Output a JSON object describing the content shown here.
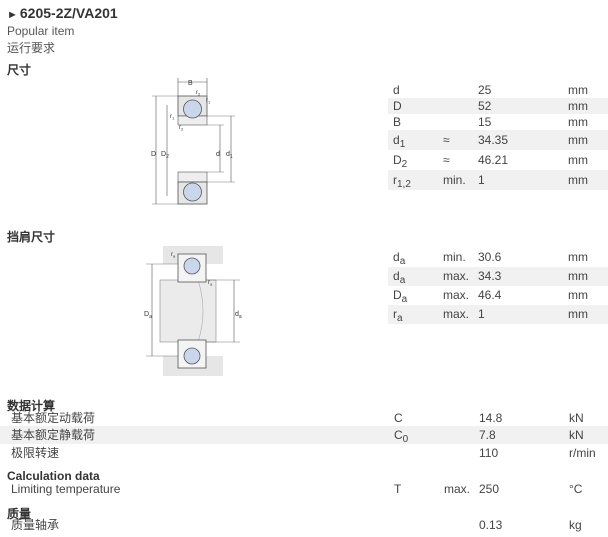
{
  "header": {
    "title": "6205-2Z/VA201",
    "popular": "Popular item",
    "requirement": "运行要求"
  },
  "dimensions": {
    "heading": "尺寸",
    "drawing_labels": {
      "B": "B",
      "r2": "r",
      "r2s": "2",
      "r1": "r",
      "r1s": "1",
      "d": "d",
      "D": "D",
      "D2": "D",
      "D2s": "2",
      "d1": "d",
      "d1s": "1"
    },
    "rows": [
      {
        "sym": "d",
        "sub": "",
        "qual": "",
        "val": "25",
        "unit": "mm"
      },
      {
        "sym": "D",
        "sub": "",
        "qual": "",
        "val": "52",
        "unit": "mm"
      },
      {
        "sym": "B",
        "sub": "",
        "qual": "",
        "val": "15",
        "unit": "mm"
      },
      {
        "sym": "d",
        "sub": "1",
        "qual": "≈",
        "val": "34.35",
        "unit": "mm"
      },
      {
        "sym": "D",
        "sub": "2",
        "qual": "≈",
        "val": "46.21",
        "unit": "mm"
      },
      {
        "sym": "r",
        "sub": "1,2",
        "qual": "min.",
        "val": "1",
        "unit": "mm"
      }
    ]
  },
  "abutment": {
    "heading": "挡肩尺寸",
    "drawing_labels": {
      "ra": "r",
      "ras": "a",
      "Da": "D",
      "Das": "a",
      "da": "d",
      "das": "a"
    },
    "rows": [
      {
        "sym": "d",
        "sub": "a",
        "qual": "min.",
        "val": "30.6",
        "unit": "mm"
      },
      {
        "sym": "d",
        "sub": "a",
        "qual": "max.",
        "val": "34.3",
        "unit": "mm"
      },
      {
        "sym": "D",
        "sub": "a",
        "qual": "max.",
        "val": "46.4",
        "unit": "mm"
      },
      {
        "sym": "r",
        "sub": "a",
        "qual": "max.",
        "val": "1",
        "unit": "mm"
      }
    ]
  },
  "calc_cn": {
    "heading": "数据计算",
    "rows": [
      {
        "label": "基本额定动载荷",
        "sym": "C",
        "sub": "",
        "qual": "",
        "val": "14.8",
        "unit": "kN"
      },
      {
        "label": "基本额定静载荷",
        "sym": "C",
        "sub": "0",
        "qual": "",
        "val": "7.8",
        "unit": "kN"
      },
      {
        "label": "极限转速",
        "sym": "",
        "sub": "",
        "qual": "",
        "val": "110",
        "unit": "r/min"
      }
    ]
  },
  "calc_en": {
    "heading": "Calculation data",
    "rows": [
      {
        "label": "Limiting temperature",
        "sym": "T",
        "sub": "",
        "qual": "max.",
        "val": "250",
        "unit": "°C"
      }
    ]
  },
  "mass": {
    "heading": "质量",
    "rows": [
      {
        "label": "质量轴承",
        "sym": "",
        "sub": "",
        "qual": "",
        "val": "0.13",
        "unit": "kg"
      }
    ]
  },
  "colors": {
    "ball": "#c9d6ec",
    "ring": "#e6e6e6",
    "stripe": "#f1f1f1"
  }
}
